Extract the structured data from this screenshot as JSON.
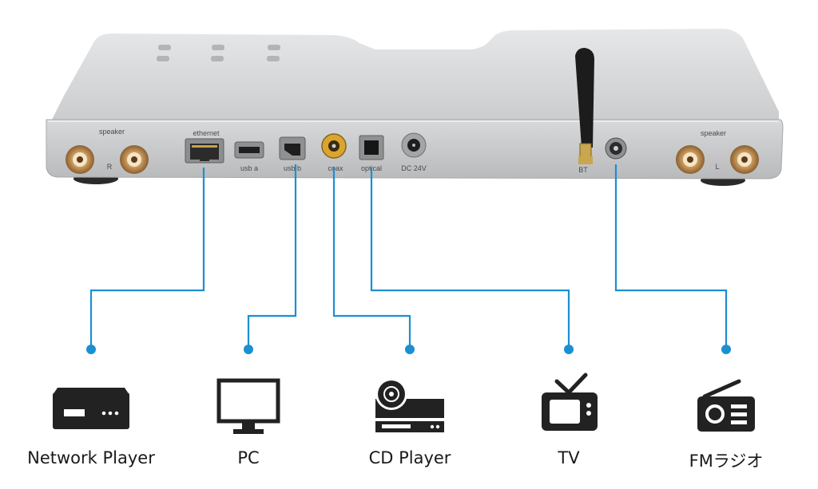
{
  "device": {
    "labels": {
      "speaker_left_group": "speaker",
      "speaker_right_group": "speaker",
      "ethernet": "ethernet",
      "usb_a": "usb a",
      "usb_b": "usb b",
      "coax": "coax",
      "optical": "optical",
      "dc": "DC 24V",
      "bt": "BT",
      "r": "R",
      "l": "L"
    }
  },
  "sources": [
    {
      "id": "network-player",
      "label": "Network Player",
      "icon": "network-player-icon"
    },
    {
      "id": "pc",
      "label": "PC",
      "icon": "monitor-icon"
    },
    {
      "id": "cd-player",
      "label": "CD Player",
      "icon": "cd-player-icon"
    },
    {
      "id": "tv",
      "label": "TV",
      "icon": "tv-icon"
    },
    {
      "id": "fm-radio",
      "label": "FMラジオ",
      "icon": "radio-icon"
    }
  ],
  "colors": {
    "connector_line": "#1b8fd2",
    "icon": "#222222",
    "chassis": "#cfd0d2"
  }
}
